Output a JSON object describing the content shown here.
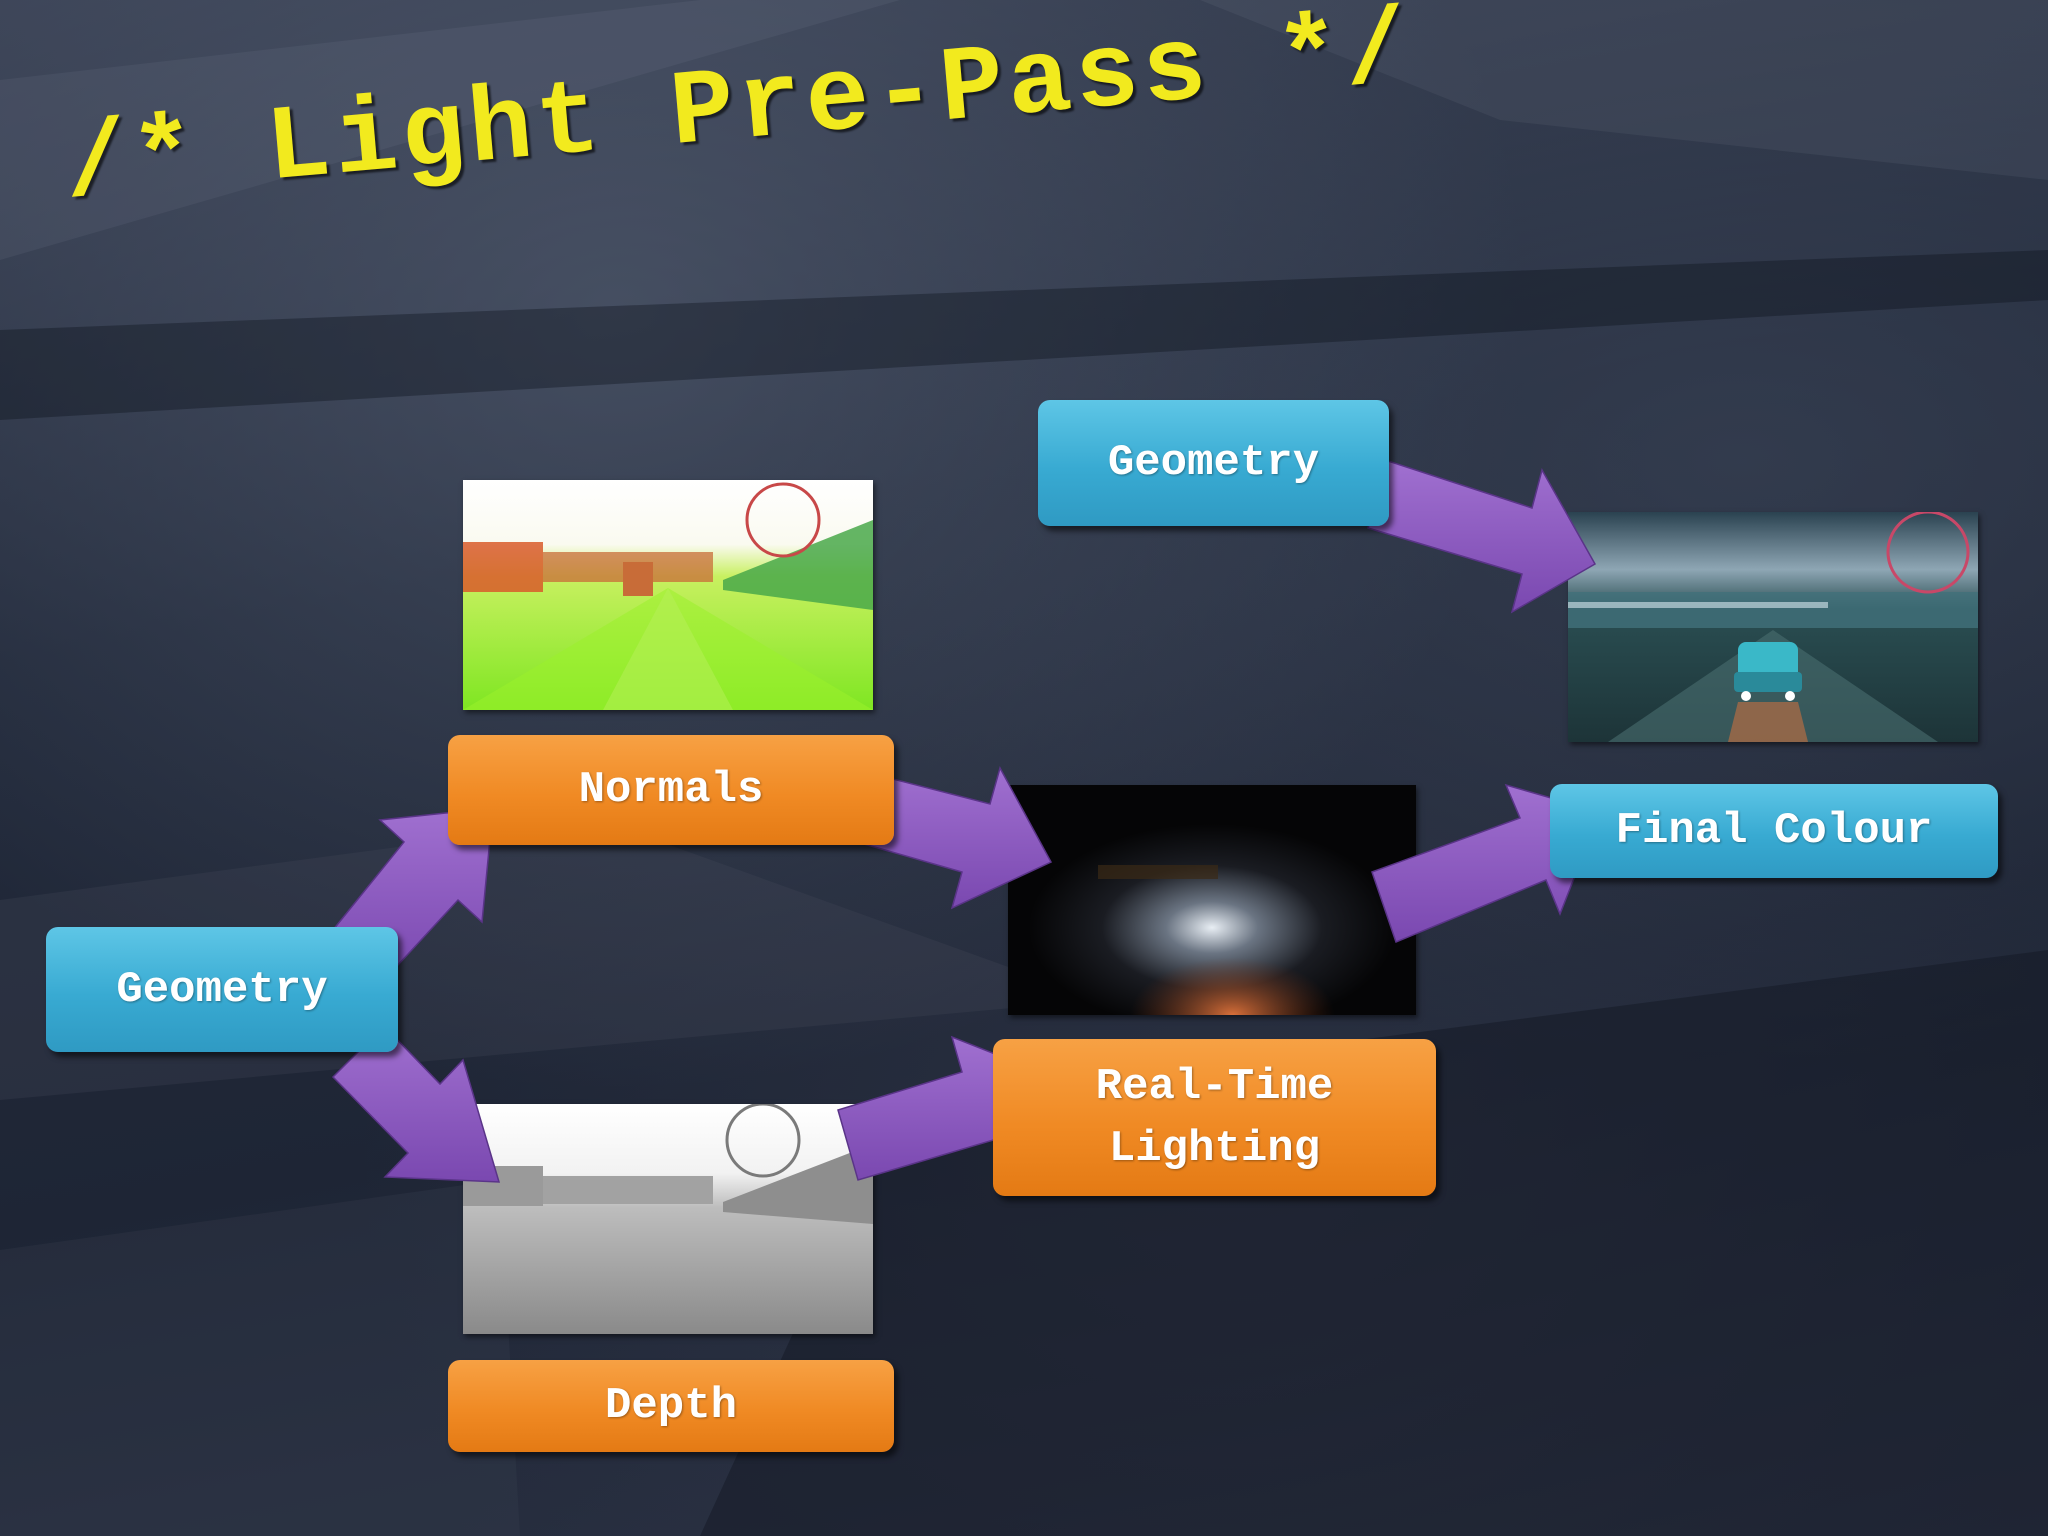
{
  "title": "/* Light Pre-Pass */",
  "colors": {
    "title": "#f2ea1e",
    "geometry_box": "#3aaad4",
    "buffer_box": "#f08a24",
    "arrow": "#8a58b8",
    "background": "#1e2535"
  },
  "nodes": {
    "geometry_left": "Geometry",
    "normals": "Normals",
    "depth": "Depth",
    "lighting": "Real-Time\nLighting",
    "geometry_top": "Geometry",
    "final_colour": "Final Colour"
  },
  "images": {
    "normals": "normal-buffer-image",
    "depth": "depth-buffer-image",
    "lighting": "light-buffer-image",
    "final": "final-render-image"
  }
}
